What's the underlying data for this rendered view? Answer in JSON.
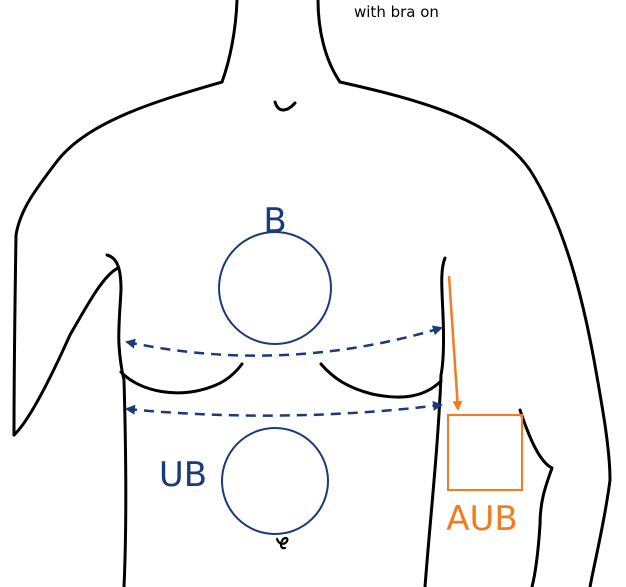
{
  "note": "with bra on",
  "labels": {
    "b": "B",
    "ub": "UB",
    "aub": "AUB"
  },
  "colors": {
    "outline": "#000000",
    "navy": "#1b3a7a",
    "orange": "#f47c20",
    "background": "#ffffff"
  }
}
